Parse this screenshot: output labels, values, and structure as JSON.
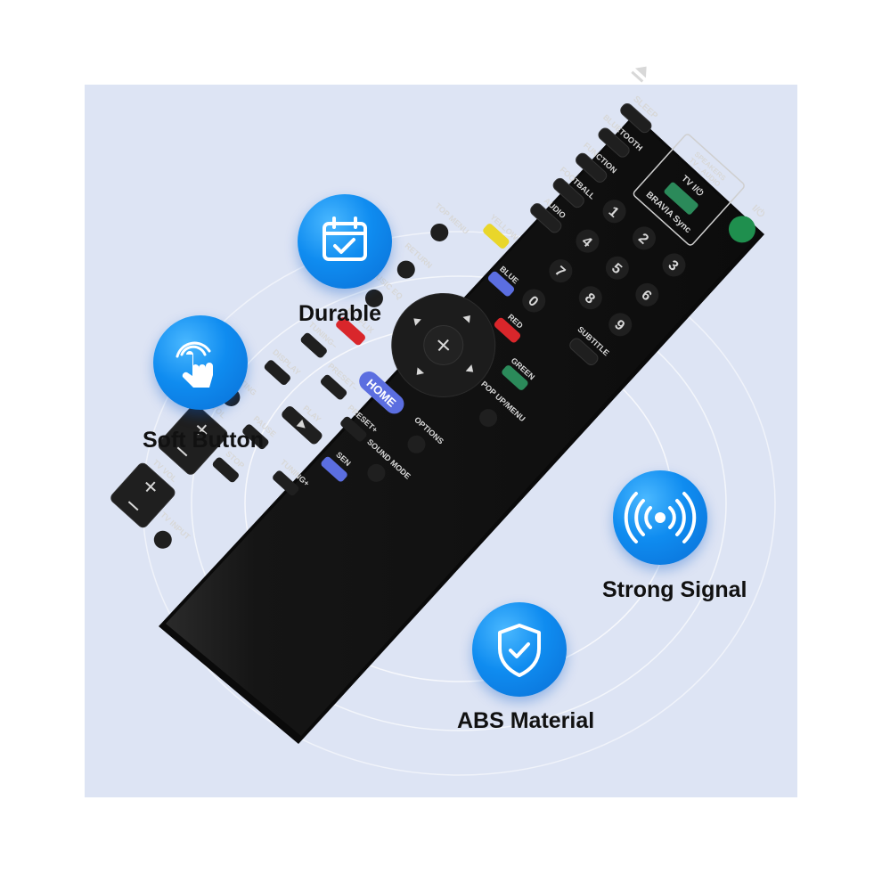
{
  "features": [
    {
      "id": "durable",
      "label": "Durable",
      "icon": "calendar-check-icon"
    },
    {
      "id": "soft-button",
      "label": "Soft Button",
      "icon": "hand-tap-icon"
    },
    {
      "id": "strong-signal",
      "label": "Strong Signal",
      "icon": "signal-waves-icon"
    },
    {
      "id": "abs-material",
      "label": "ABS Material",
      "icon": "shield-check-icon"
    }
  ],
  "remote": {
    "top_right_labels": {
      "speakers": "SPEAKERS",
      "tv_audio": "TV↔AUDIO",
      "tv_power": "TV I/⏻",
      "bravia": "BRAVIA Sync",
      "power": "I/⏻"
    },
    "labels": {
      "sleep": "SLEEP",
      "bluetooth": "BLUETOOTH",
      "function": "FUNCTION",
      "football": "FOOTBALL",
      "audio": "AUDIO",
      "yellow": "YELLOW",
      "top_menu": "TOP MENU",
      "blue": "BLUE",
      "red": "RED",
      "subtitle": "SUBTITLE",
      "green": "GREEN",
      "pop_up_menu": "POP UP/MENU",
      "return": "RETURN",
      "music_eq": "MUSIC EQ",
      "netflix": "NETFLIX",
      "home": "HOME",
      "options": "OPTIONS",
      "tuning_minus": "TUNING–",
      "preset_minus": "PRESET–",
      "preset_plus": "PRESET+",
      "sound_mode": "SOUND MODE",
      "display": "DISPLAY",
      "play": "PLAY",
      "sen": "SEN",
      "muting": "MUTING",
      "vol": "VOL",
      "pause": "PAUSE",
      "tuning_plus": "TUNING+",
      "stop": "STOP",
      "tv_vol": "TV VOL",
      "tv_input": "TV INPUT"
    },
    "digits": [
      "1",
      "2",
      "3",
      "4",
      "5",
      "6",
      "7",
      "8",
      "9",
      "0"
    ],
    "colors": {
      "body": "#141414",
      "button": "#1f1f1f",
      "yellow": "#e9d62a",
      "blue": "#5b6ee0",
      "red": "#d9262b",
      "green": "#2b8a5a",
      "home": "#5b6ee0",
      "netflix": "#d9262b",
      "sen": "#5b6ee0",
      "power": "#1f8f4e"
    }
  },
  "colors": {
    "panel": "#dde4f4",
    "badge": "#0f8cf0"
  }
}
